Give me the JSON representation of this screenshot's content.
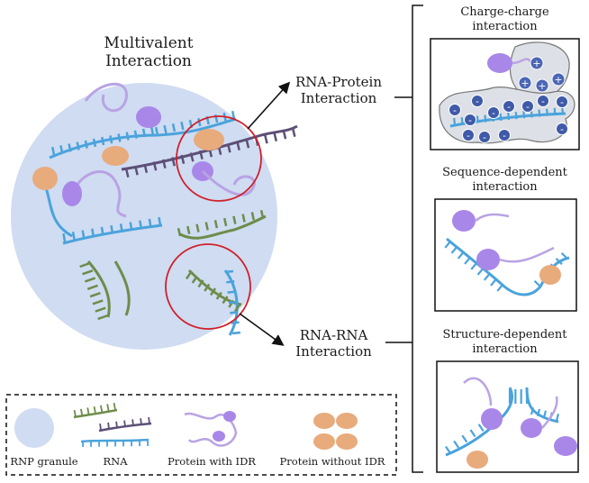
{
  "title": {
    "line1": "Multivalent",
    "line2": "Interaction"
  },
  "links": {
    "rna_protein": {
      "line1": "RNA-Protein",
      "line2": "Interaction"
    },
    "rna_rna": {
      "line1": "RNA-RNA",
      "line2": "Interaction"
    }
  },
  "panels": [
    {
      "line1": "Charge-charge",
      "line2": "interaction"
    },
    {
      "line1": "Sequence-dependent",
      "line2": "interaction"
    },
    {
      "line1": "Structure-dependent",
      "line2": "interaction"
    }
  ],
  "charges": {
    "positive": "+",
    "negative": "-"
  },
  "legend": {
    "granule": "RNP granule",
    "rna": "RNA",
    "idr": "Protein with IDR",
    "no_idr": "Protein without IDR"
  },
  "colors": {
    "granule": "#cfdcf2",
    "rna_blue": "#4aa3dc",
    "rna_green": "#6e8c4a",
    "rna_purple": "#5d4f77",
    "idr_protein": "#a987e8",
    "idr_tail": "#b9a3e3",
    "protein_no_idr": "#e8ab7c",
    "highlight_circle": "#d0202a",
    "charge_fill": "#4a66b5"
  }
}
